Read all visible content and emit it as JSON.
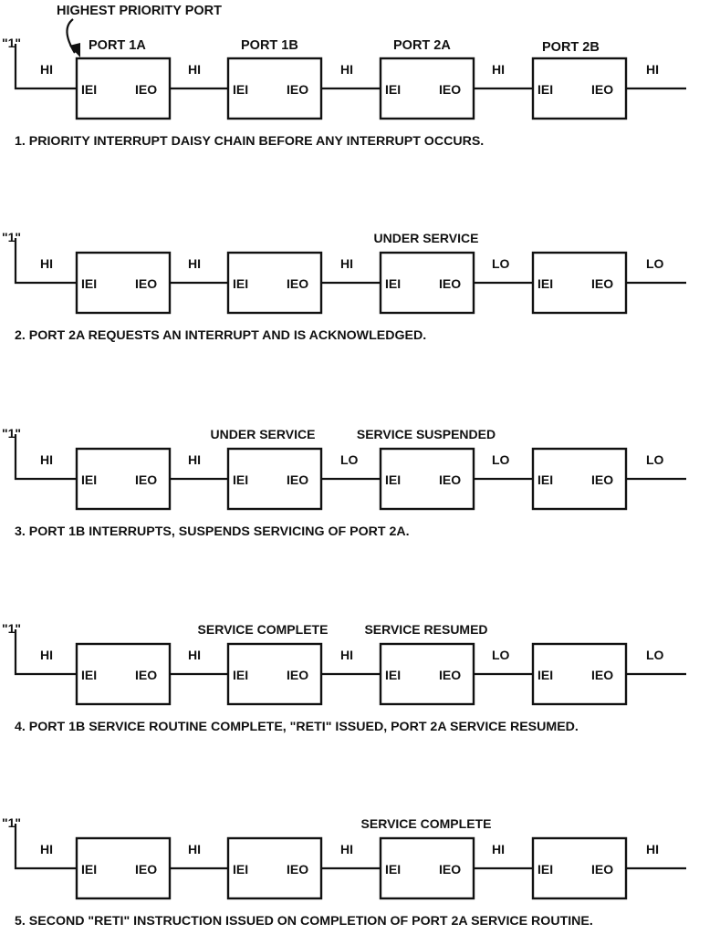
{
  "header_label": "HIGHEST PRIORITY PORT",
  "ports": [
    "PORT 1A",
    "PORT 1B",
    "PORT 2A",
    "PORT 2B"
  ],
  "pin_in": "IEI",
  "pin_out": "IEO",
  "source": "\"1\"",
  "rows": [
    {
      "caption": "1. PRIORITY INTERRUPT DAISY CHAIN BEFORE ANY INTERRUPT OCCURS.",
      "levels": [
        "HI",
        "HI",
        "HI",
        "HI",
        "HI"
      ],
      "status": [
        "",
        "",
        "",
        ""
      ]
    },
    {
      "caption": "2. PORT 2A REQUESTS AN INTERRUPT AND IS ACKNOWLEDGED.",
      "levels": [
        "HI",
        "HI",
        "HI",
        "LO",
        "LO"
      ],
      "status": [
        "",
        "",
        "UNDER SERVICE",
        ""
      ]
    },
    {
      "caption": "3. PORT 1B INTERRUPTS, SUSPENDS SERVICING OF PORT 2A.",
      "levels": [
        "HI",
        "HI",
        "LO",
        "LO",
        "LO"
      ],
      "status": [
        "",
        "UNDER SERVICE",
        "SERVICE SUSPENDED",
        ""
      ]
    },
    {
      "caption": "4. PORT 1B SERVICE ROUTINE COMPLETE, \"RETI\" ISSUED, PORT 2A SERVICE RESUMED.",
      "levels": [
        "HI",
        "HI",
        "HI",
        "LO",
        "LO"
      ],
      "status": [
        "",
        "SERVICE COMPLETE",
        "SERVICE RESUMED",
        ""
      ]
    },
    {
      "caption": "5. SECOND \"RETI\" INSTRUCTION ISSUED ON COMPLETION OF PORT 2A SERVICE ROUTINE.",
      "levels": [
        "HI",
        "HI",
        "HI",
        "HI",
        "HI"
      ],
      "status": [
        "",
        "",
        "SERVICE COMPLETE",
        ""
      ]
    }
  ]
}
